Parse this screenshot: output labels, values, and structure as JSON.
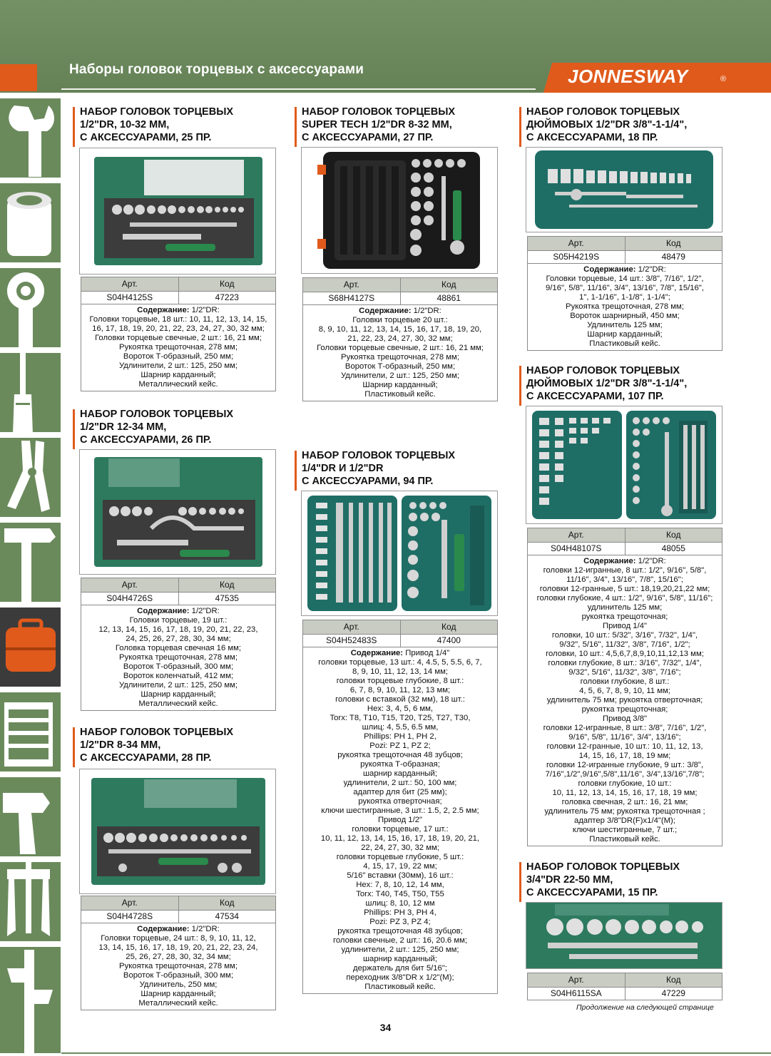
{
  "header": {
    "title": "Наборы головок торцевых с аксессуарами",
    "brand": "JONNESWAY",
    "brand_mark": "®",
    "colors": {
      "green": "#6b8a5c",
      "orange": "#e05a1c"
    }
  },
  "sidebar": {
    "icons": [
      "wrench-icon",
      "socket-icon",
      "ratchet-icon",
      "screwdriver-icon",
      "pliers-icon",
      "hammer-icon",
      "case-icon",
      "tool-cabinet-icon",
      "drill-icon",
      "puller-icon",
      "caliper-icon"
    ],
    "active_index": 6
  },
  "table_headers": {
    "art": "Арт.",
    "code": "Код"
  },
  "products": [
    {
      "title": "НАБОР ГОЛОВОК ТОРЦЕВЫХ\n1/2\"DR, 10-32 ММ,\nС АКСЕССУАРАМИ, 25 ПР.",
      "art": "S04H4125S",
      "code": "47223",
      "content_label": "Содержание:",
      "content_lines": [
        "1/2\"DR:",
        "Головки торцевые, 18 шт.: 10, 11, 12, 13, 14, 15,",
        "16, 17, 18, 19, 20, 21, 22, 23, 24, 27, 30, 32 мм;",
        "Головки торцевые свечные, 2 шт.: 16, 21 мм;",
        "Рукоятка трещоточная, 278 мм;",
        "Вороток Т-образный, 250 мм;",
        "Удлинители, 2 шт.: 125, 250 мм;",
        "Шарнир карданный;",
        "Металлический кейс."
      ]
    },
    {
      "title": "НАБОР ГОЛОВОК ТОРЦЕВЫХ\n1/2\"DR 12-34 ММ,\nС АКСЕССУАРАМИ, 26 ПР.",
      "art": "S04H4726S",
      "code": "47535",
      "content_label": "Содержание:",
      "content_lines": [
        "1/2\"DR:",
        "Головки торцевые, 19 шт.:",
        "12, 13, 14, 15, 16, 17, 18, 19, 20, 21, 22, 23,",
        "24, 25, 26, 27, 28, 30, 34 мм;",
        "Головка торцевая свечная 16 мм;",
        "Рукоятка трещоточная, 278 мм;",
        "Вороток Т-образный, 300 мм;",
        "Вороток коленчатый, 412 мм;",
        "Удлинители, 2 шт.: 125, 250 мм;",
        "Шарнир карданный;",
        "Металлический кейс."
      ]
    },
    {
      "title": "НАБОР ГОЛОВОК ТОРЦЕВЫХ\n1/2\"DR 8-34 ММ,\nС АКСЕССУАРАМИ, 28 ПР.",
      "art": "S04H4728S",
      "code": "47534",
      "content_label": "Содержание:",
      "content_lines": [
        "1/2\"DR:",
        "Головки торцевые, 24 шт.: 8, 9, 10, 11, 12,",
        "13, 14, 15, 16, 17, 18, 19, 20, 21, 22, 23, 24,",
        "25, 26, 27, 28, 30, 32, 34 мм;",
        "Рукоятка трещоточная, 278 мм;",
        "Вороток Т-образный, 300 мм;",
        "Удлинитель, 250 мм;",
        "Шарнир карданный;",
        "Металлический кейс."
      ]
    },
    {
      "title": "НАБОР ГОЛОВОК ТОРЦЕВЫХ\nSUPER TECH 1/2\"DR 8-32 ММ,\nС АКСЕССУАРАМИ, 27 ПР.",
      "art": "S68H4127S",
      "code": "48861",
      "content_label": "Содержание:",
      "content_lines": [
        "1/2\"DR:",
        "Головки торцевые 20 шт.:",
        "8, 9, 10, 11, 12, 13, 14, 15, 16, 17, 18, 19, 20,",
        "21, 22, 23, 24, 27, 30, 32 мм;",
        "Головки торцевые свечные, 2 шт.: 16, 21 мм;",
        "Рукоятка трещоточная, 278 мм;",
        "Вороток Т-образный, 250 мм;",
        "Удлинители, 2 шт.: 125, 250 мм;",
        "Шарнир карданный;",
        "Пластиковый кейс."
      ]
    },
    {
      "title": "НАБОР ГОЛОВОК ТОРЦЕВЫХ\n1/4\"DR И 1/2\"DR\nС АКСЕССУАРАМИ, 94 ПР.",
      "art": "S04H52483S",
      "code": "47400",
      "content_label": "Содержание:",
      "content_lines": [
        "Привод 1/4\"",
        "головки торцевые, 13 шт.: 4, 4.5, 5, 5.5, 6, 7,",
        "8, 9, 10, 11, 12, 13, 14 мм;",
        "головки торцевые глубокие, 8 шт.:",
        "6, 7, 8, 9, 10, 11, 12, 13 мм;",
        "головки с вставкой (32 мм), 18 шт.:",
        "Hex: 3, 4, 5, 6 мм,",
        "Torx: T8, T10, T15, T20, T25, T27, T30,",
        "шлиц: 4, 5.5, 6.5 мм,",
        "Phillips: PH 1, PH 2,",
        "Pozi: PZ 1, PZ 2;",
        "рукоятка трещоточная 48 зубцов;",
        "рукоятка Т-образная;",
        "шарнир карданный;",
        "удлинители, 2 шт.: 50, 100 мм;",
        "адаптер для бит (25 мм);",
        "рукоятка отверточная;",
        "ключи шестигранные, 3 шт.: 1.5, 2, 2.5 мм;",
        "Привод 1/2\"",
        "головки торцевые, 17 шт.:",
        "10, 11, 12, 13, 14, 15, 16, 17, 18, 19, 20, 21,",
        "22, 24, 27, 30, 32 мм;",
        "головки торцевые глубокие, 5 шт.:",
        "4, 15, 17, 19, 22 мм;",
        "5/16\" вставки (30мм), 16 шт.:",
        "Hex: 7, 8, 10, 12, 14 мм,",
        "Torx: T40, T45, T50, T55",
        "шлиц: 8, 10, 12 мм",
        "Phillips: PH 3, PH 4,",
        "Pozi: PZ 3, PZ 4;",
        "рукоятка трещоточная 48 зубцов;",
        "головки свечные, 2 шт.: 16, 20.6 мм;",
        "удлинители, 2 шт.: 125, 250 мм;",
        "шарнир карданный;",
        "держатель для бит 5/16\";",
        "переходник 3/8\"DR x 1/2\"(M);",
        "Пластиковый кейс."
      ]
    },
    {
      "title": "НАБОР ГОЛОВОК ТОРЦЕВЫХ\nДЮЙМОВЫХ 1/2\"DR 3/8\"-1-1/4\",\nС АКСЕССУАРАМИ, 18 ПР.",
      "art": "S05H4219S",
      "code": "48479",
      "content_label": "Содержание:",
      "content_lines": [
        "1/2\"DR:",
        "Головки торцевые, 14 шт.: 3/8\", 7/16\", 1/2\",",
        "9/16\", 5/8\", 11/16\", 3/4\", 13/16\", 7/8\", 15/16\",",
        "1\", 1-1/16\", 1-1/8\", 1-1/4\";",
        "Рукоятка трещоточная, 278 мм;",
        "Вороток шарнирный, 450 мм;",
        "Удлинитель 125 мм;",
        "Шарнир карданный;",
        "Пластиковый кейс."
      ]
    },
    {
      "title": "НАБОР ГОЛОВОК ТОРЦЕВЫХ\nДЮЙМОВЫХ 1/2\"DR 3/8\"-1-1/4\",\nС АКСЕССУАРАМИ, 107 ПР.",
      "art": "S04H48107S",
      "code": "48055",
      "content_label": "Содержание:",
      "content_lines": [
        "1/2\"DR:",
        "головки 12-игранные, 8 шт.: 1/2\", 9/16\", 5/8\",",
        "11/16\", 3/4\", 13/16\", 7/8\", 15/16\";",
        "головки 12-гранные, 5 шт.: 18,19,20,21,22 мм;",
        "головки глубокие, 4 шт.: 1/2\", 9/16\", 5/8\", 11/16\";",
        "удлинитель 125 мм;",
        "рукоятка трещоточная;",
        "Привод 1/4\"",
        "головки, 10 шт.: 5/32\", 3/16\", 7/32\", 1/4\",",
        "9/32\", 5/16\", 11/32\", 3/8\", 7/16\", 1/2\";",
        "головки, 10 шт.: 4,5,6,7,8,9,10,11,12,13 мм;",
        "головки глубокие, 8 шт.: 3/16\", 7/32\", 1/4\",",
        "9/32\", 5/16\", 11/32\", 3/8\", 7/16\";",
        "головки глубокие, 8 шт.:",
        "4, 5, 6, 7, 8, 9, 10, 11 мм;",
        "удлинитель 75 мм; рукоятка отверточная;",
        "рукоятка трещоточная;",
        "Привод 3/8\"",
        "головки 12-игранные, 8 шт.: 3/8\", 7/16\", 1/2\",",
        "9/16\", 5/8\", 11/16\", 3/4\", 13/16\";",
        "головки 12-гранные, 10 шт.: 10, 11, 12, 13,",
        "14, 15, 16, 17, 18, 19 мм;",
        "головки 12-игранные глубокие, 9 шт.: 3/8\",",
        "7/16\",1/2\",9/16\",5/8\",11/16\", 3/4\",13/16\",7/8\";",
        "головки глубокие, 10 шт.:",
        "10, 11, 12, 13, 14, 15, 16, 17, 18, 19 мм;",
        "головка свечная, 2 шт.: 16, 21 мм;",
        "удлинитель 75 мм; рукоятка трещоточная ;",
        "адаптер 3/8\"DR(F)x1/4\"(M);",
        "ключи шестигранные, 7 шт.;",
        "Пластиковый кейс."
      ]
    },
    {
      "title": "НАБОР ГОЛОВОК ТОРЦЕВЫХ\n3/4\"DR 22-50 ММ,\nС АКСЕССУАРАМИ, 15 ПР.",
      "art": "S04H6115SA",
      "code": "47229",
      "content_label": "",
      "content_lines": []
    }
  ],
  "footer": {
    "continued": "Продолжение на следующей странице",
    "page_number": "34"
  }
}
